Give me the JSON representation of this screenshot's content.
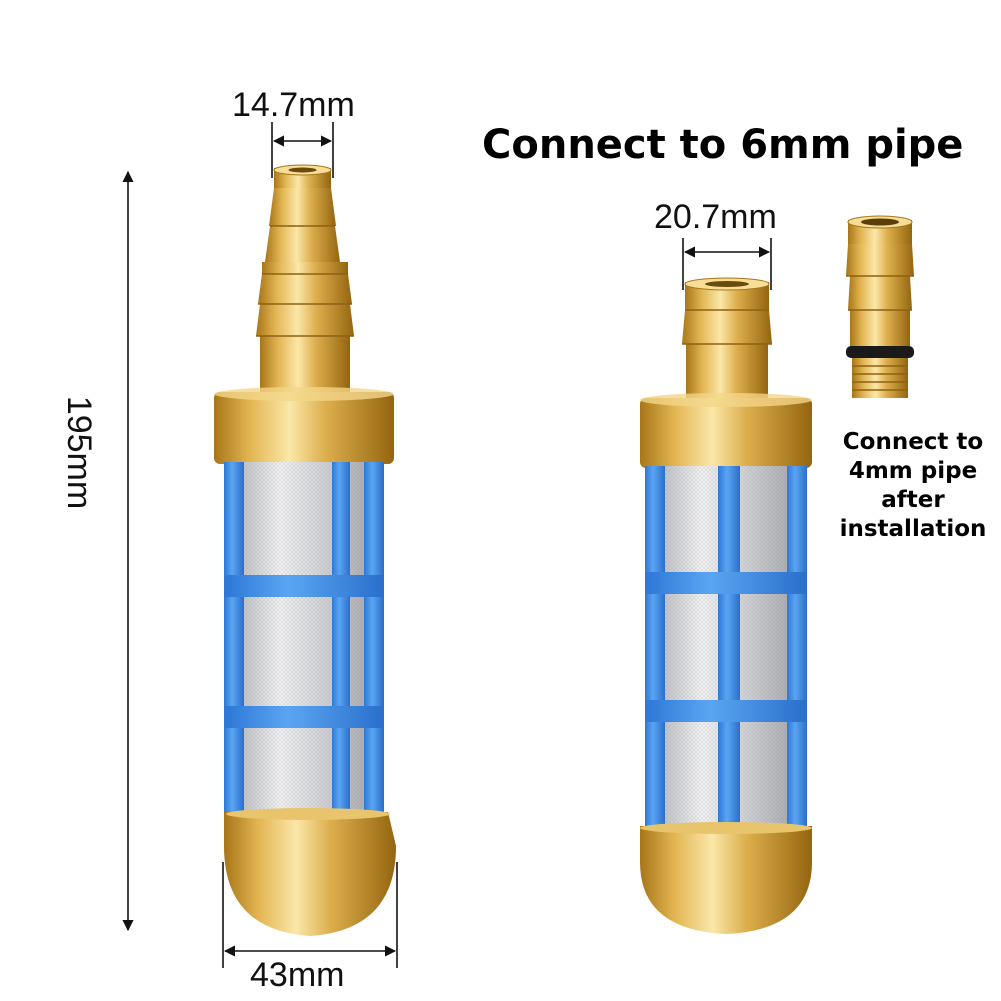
{
  "dimensions": {
    "top_left_width": "14.7mm",
    "overall_height": "195mm",
    "bottom_width": "43mm",
    "right_width": "20.7mm"
  },
  "headline": "Connect to 6mm pipe",
  "note_lines": [
    "Connect to",
    "4mm pipe",
    "after",
    "installation"
  ],
  "colors": {
    "brass_light": "#f5d88a",
    "brass_mid": "#d9aa46",
    "brass_dark": "#9a6b17",
    "frame_blue": "#3f8fe6",
    "mesh_gray": "#d9dadc",
    "oring_black": "#1a1a1a"
  }
}
